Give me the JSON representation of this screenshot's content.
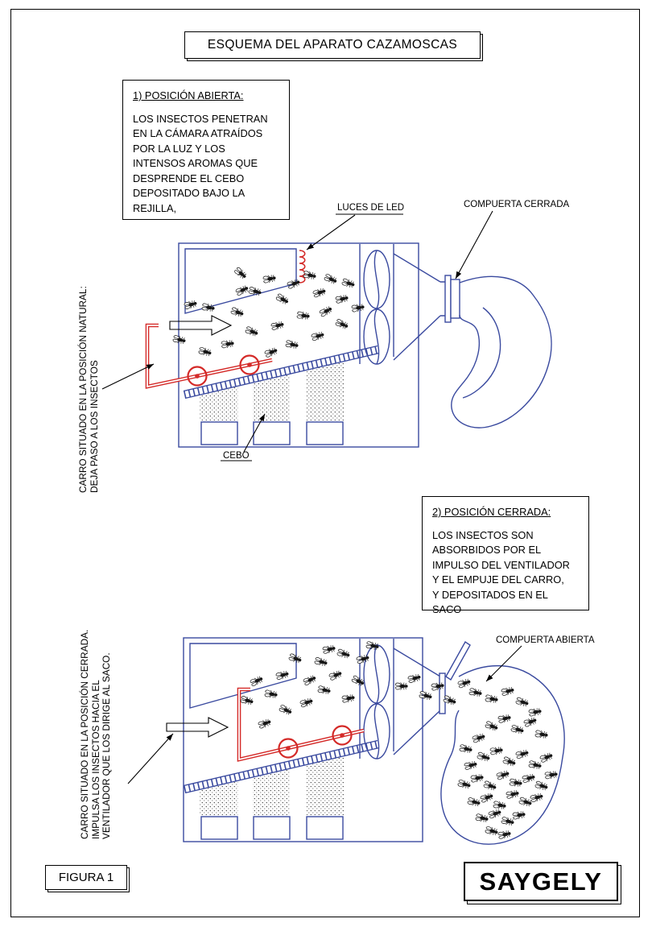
{
  "page": {
    "title": "ESQUEMA DEL APARATO CAZAMOSCAS",
    "figure_label": "FIGURA 1",
    "brand": "SAYGELY"
  },
  "note_open": {
    "heading": "1) POSICIÓN ABIERTA:",
    "lines": [
      "LOS INSECTOS PENETRAN",
      "EN LA CÁMARA ATRAÍDOS",
      "POR LA LUZ Y LOS",
      "INTENSOS AROMAS QUE",
      "DESPRENDE EL CEBO",
      "DEPOSITADO BAJO LA",
      "REJILLA,"
    ]
  },
  "note_closed": {
    "heading": "2) POSICIÓN CERRADA:",
    "lines": [
      "LOS INSECTOS SON",
      "ABSORBIDOS POR EL",
      "IMPULSO DEL VENTILADOR",
      "Y EL EMPUJE DEL CARRO,",
      "Y DEPOSITADOS EN EL",
      "SACO"
    ]
  },
  "labels": {
    "led": "LUCES DE LED",
    "gate_closed": "COMPUERTA CERRADA",
    "bait": "CEBO",
    "gate_open": "COMPUERTA ABIERTA"
  },
  "captions": {
    "open_position": [
      "CARRO SITUADO EN LA POSICIÓN NATURAL:",
      "DEJA PASO A LOS INSECTOS"
    ],
    "closed_position": [
      "CARRO SITUADO EN LA POSICIÓN CERRADA.",
      "IMPULSA LOS INSECTOS HACIA EL",
      "VENTILADOR QUE LOS DIRIGE AL SACO."
    ]
  },
  "colors": {
    "line_blue": "#3a4a9f",
    "accent_red": "#d42a28",
    "ink": "#000000",
    "background": "#ffffff"
  },
  "icons": {
    "fly": "fly-icon",
    "direction_arrow": "block-arrow-right-icon",
    "leader_arrow": "leader-arrowhead-icon"
  }
}
